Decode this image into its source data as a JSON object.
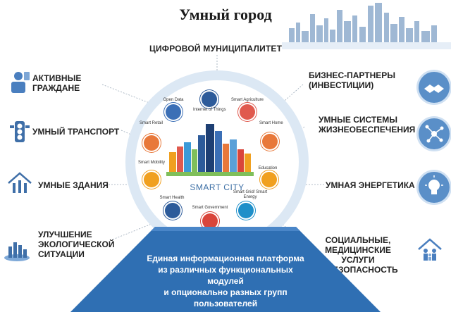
{
  "title": "Умный город",
  "top_label": "ЦИФРОВОЙ МУНИЦИПАЛИТЕТ",
  "left_items": [
    {
      "lines": [
        "АКТИВНЫЕ",
        "ГРАЖДАНЕ"
      ],
      "icon": "citizen-icon"
    },
    {
      "lines": [
        "УМНЫЙ ТРАНСПОРТ"
      ],
      "icon": "traffic-light-icon"
    },
    {
      "lines": [
        "УМНЫЕ ЗДАНИЯ"
      ],
      "icon": "smart-building-icon"
    },
    {
      "lines": [
        "УЛУЧШЕНИЕ",
        "ЭКОЛОГИЧЕСКОЙ",
        "СИТУАЦИИ"
      ],
      "icon": "eco-city-icon"
    }
  ],
  "right_items": [
    {
      "lines": [
        "БИЗНЕС-ПАРТНЕРЫ",
        "(ИНВЕСТИЦИИ)"
      ],
      "icon": "handshake-icon"
    },
    {
      "lines": [
        "УМНЫЕ СИСТЕМЫ",
        "ЖИЗНЕОБЕСПЕЧЕНИЯ"
      ],
      "icon": "network-icon"
    },
    {
      "lines": [
        "УМНАЯ ЭНЕРГЕТИКА"
      ],
      "icon": "lightbulb-icon"
    },
    {
      "lines": [
        "СОЦИАЛЬНЫЕ,",
        "МЕДИЦИНСКИЕ УСЛУГИ",
        "И БЕЗОПАСНОСТЬ"
      ],
      "icon": "family-house-icon"
    }
  ],
  "center": {
    "label": "SMART CITY",
    "modules": [
      {
        "label": "Open Data",
        "color": "#3b6fb6"
      },
      {
        "label": "Internet of Things",
        "color": "#2d5b9a"
      },
      {
        "label": "Smart Agriculture",
        "color": "#e05a4e"
      },
      {
        "label": "Smart Retail",
        "color": "#e8783a"
      },
      {
        "label": "Smart Home",
        "color": "#e8783a"
      },
      {
        "label": "Smart Mobility",
        "color": "#f0a020"
      },
      {
        "label": "Education",
        "color": "#f0a020"
      },
      {
        "label": "Smart Health",
        "color": "#2d5b9a"
      },
      {
        "label": "Smart Grid/ Smart Energy",
        "color": "#1e8fc9"
      },
      {
        "label": "Smart Government",
        "color": "#d9453b"
      }
    ]
  },
  "platform_lines": [
    "Единая информационная платформа",
    "из различных функциональных",
    "модулей",
    "и опционально разных групп",
    "пользователей"
  ],
  "colors": {
    "accent": "#2f6fb3",
    "ring": "#dce8f4",
    "platform": "#2f6fb3"
  }
}
